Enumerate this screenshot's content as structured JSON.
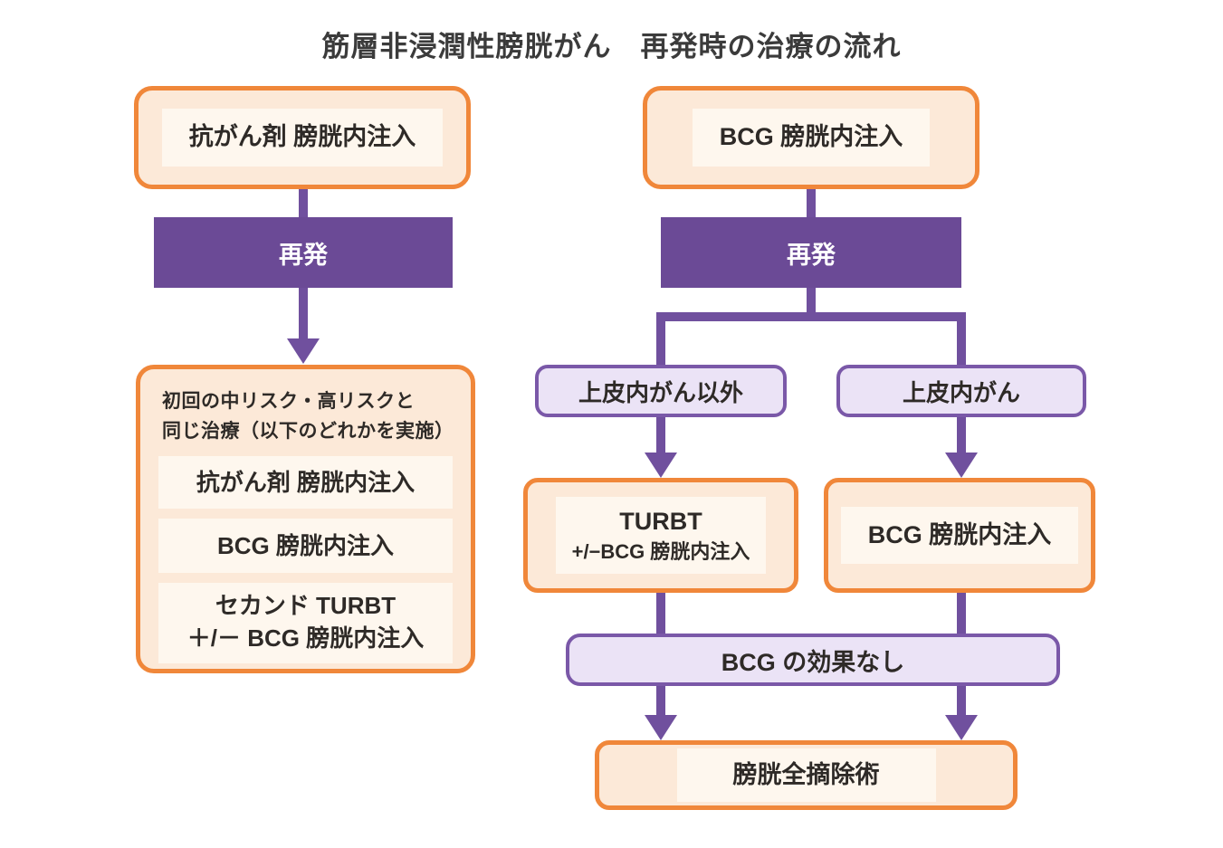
{
  "title": "筋層非浸潤性膀胱がん　再発時の治療の流れ",
  "colors": {
    "orange": "#f0873a",
    "cream": "#fce9d8",
    "inner": "#fef7ee",
    "purple": "#6b4a96",
    "line": "#70509e",
    "lavender": "#ebe3f6",
    "lavborder": "#7a58a8",
    "text": "#2e2a27"
  },
  "left_flow": {
    "start_box": "抗がん剤 膀胱内注入",
    "recurrence_label": "再発",
    "outcome_header_line1": "初回の中リスク・高リスクと",
    "outcome_header_line2": "同じ治療（以下のどれかを実施）",
    "option1": "抗がん剤 膀胱内注入",
    "option2": "BCG 膀胱内注入",
    "option3_line1": "セカンド TURBT",
    "option3_line2": "＋/－ BCG 膀胱内注入"
  },
  "right_flow": {
    "start_box": "BCG 膀胱内注入",
    "recurrence_label": "再発",
    "branch_non_cis": "上皮内がん以外",
    "branch_cis": "上皮内がん",
    "turbt_line1": "TURBT",
    "turbt_line2": "+/−BCG 膀胱内注入",
    "bcg_box": "BCG 膀胱内注入",
    "bcg_failure": "BCG の効果なし",
    "cystectomy": "膀胱全摘除術"
  }
}
